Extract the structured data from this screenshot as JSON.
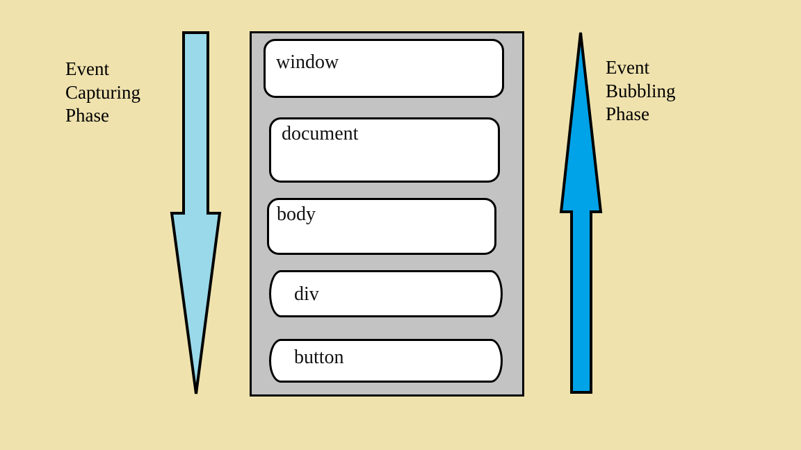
{
  "capture": {
    "lines": [
      "Event",
      "Capturing",
      "Phase"
    ],
    "arrow_color": "#99d9ea",
    "direction": "down"
  },
  "bubble": {
    "lines": [
      "Event",
      "Bubbling",
      "Phase"
    ],
    "arrow_color": "#00a2e8",
    "direction": "up"
  },
  "stack": {
    "background_color": "#c3c3c3",
    "layers": [
      "window",
      "document",
      "body",
      "div",
      "button"
    ]
  },
  "colors": {
    "background": "#efe2ad",
    "outline": "#000000",
    "layer_fill": "#ffffff"
  }
}
